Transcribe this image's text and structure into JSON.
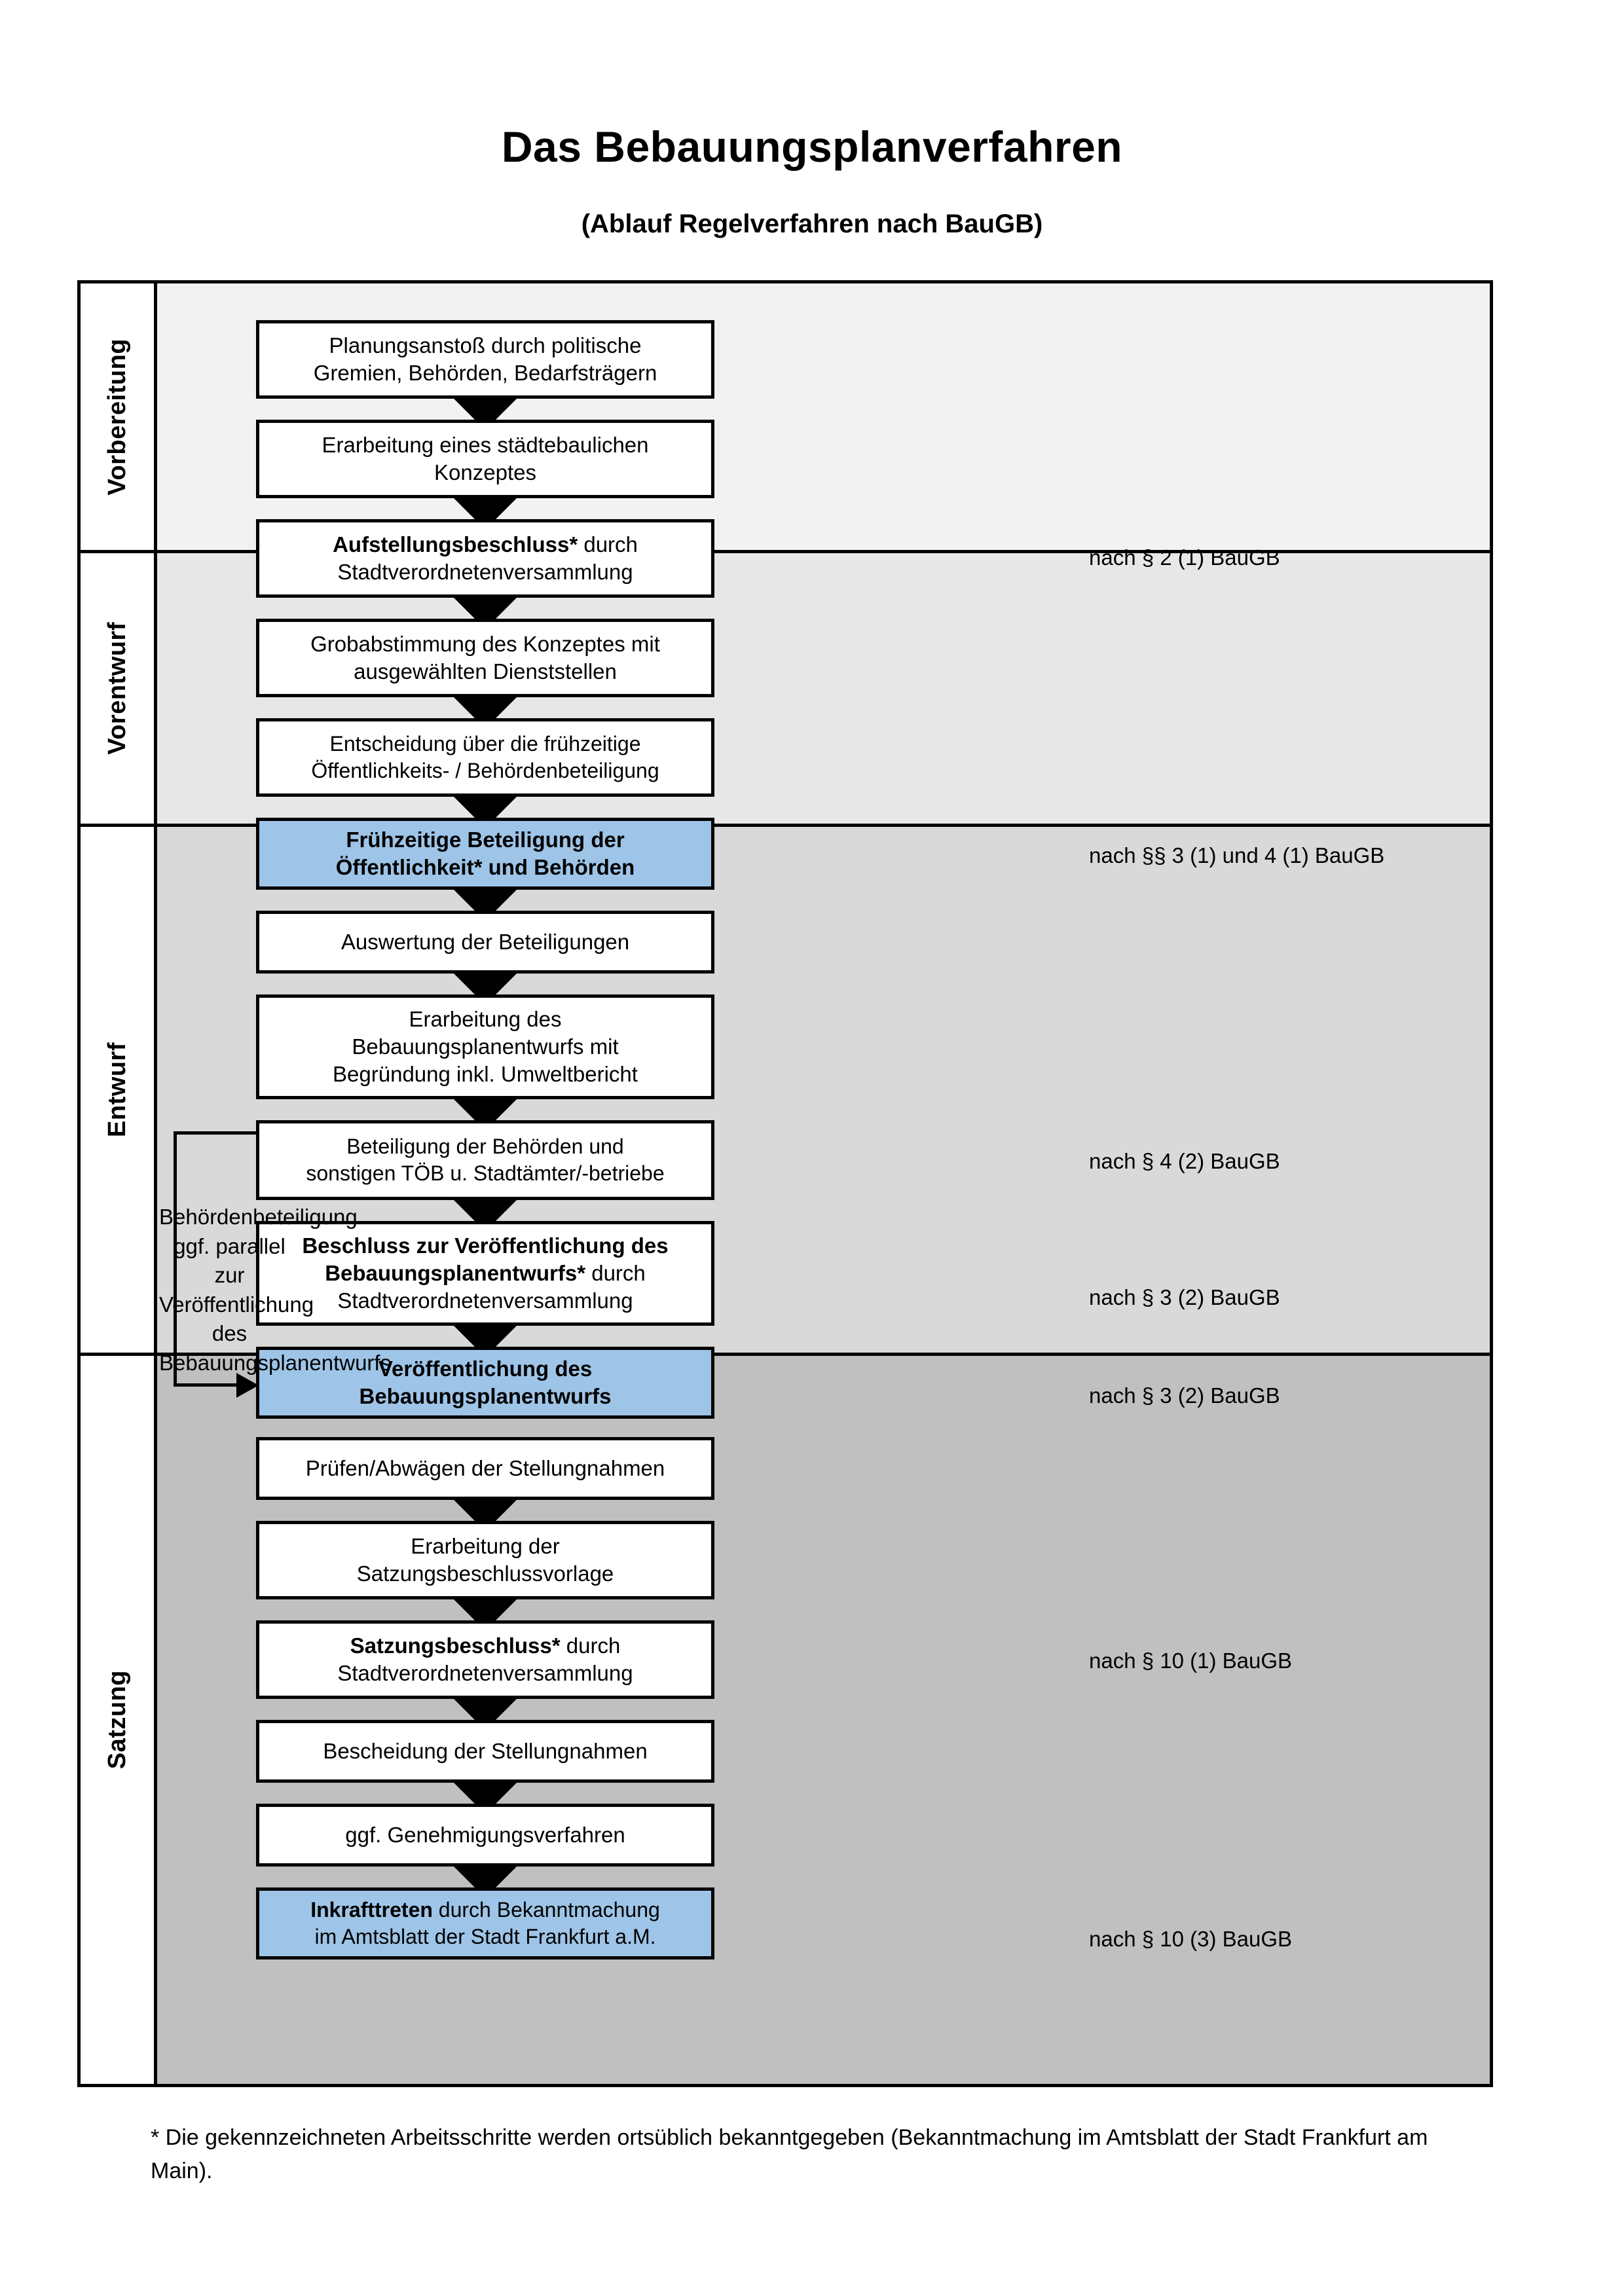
{
  "header": {
    "title": "Das Bebauungsplanverfahren",
    "subtitle": "(Ablauf Regelverfahren nach BauGB)"
  },
  "phases": [
    {
      "id": "vorbereitung",
      "label": "Vorbereitung",
      "background": "#F2F2F2"
    },
    {
      "id": "vorentwurf",
      "label": "Vorentwurf",
      "background": "#E7E7E7"
    },
    {
      "id": "entwurf",
      "label": "Entwurf",
      "background": "#D9D9D9"
    },
    {
      "id": "satzung",
      "label": "Satzung",
      "background": "#C0C0C0"
    }
  ],
  "steps": [
    {
      "id": "planungsanstoss",
      "phase": "vorbereitung",
      "highlight": false,
      "lines": [
        "Planungsanstoß durch politische",
        "Gremien, Behörden, Bedarfsträgern"
      ]
    },
    {
      "id": "staedtebauliches-konzept",
      "phase": "vorbereitung",
      "highlight": false,
      "lines": [
        "Erarbeitung eines städtebaulichen",
        "Konzeptes"
      ]
    },
    {
      "id": "aufstellungsbeschluss",
      "phase": "vorbereitung",
      "highlight": false,
      "bold_prefix": "Aufstellungsbeschluss*",
      "rest_first_line": " durch",
      "lines": [
        "Aufstellungsbeschluss* durch",
        "Stadtverordnetenversammlung"
      ]
    },
    {
      "id": "grobabstimmung",
      "phase": "vorentwurf",
      "highlight": false,
      "lines": [
        "Grobabstimmung des Konzeptes mit",
        "ausgewählten Dienststellen"
      ]
    },
    {
      "id": "entscheidung-fruehzeitige",
      "phase": "vorentwurf",
      "highlight": false,
      "lines": [
        "Entscheidung über die frühzeitige",
        "Öffentlichkeits- / Behördenbeteiligung"
      ]
    },
    {
      "id": "fruehzeitige-beteiligung",
      "phase": "vorentwurf",
      "highlight": true,
      "lines": [
        "Frühzeitige Beteiligung der",
        "Öffentlichkeit* und Behörden"
      ]
    },
    {
      "id": "auswertung-beteiligungen",
      "phase": "entwurf",
      "highlight": false,
      "lines": [
        "Auswertung der Beteiligungen"
      ]
    },
    {
      "id": "erarbeitung-bplanentwurf",
      "phase": "entwurf",
      "highlight": false,
      "lines": [
        "Erarbeitung des",
        "Bebauungsplanentwurfs mit",
        "Begründung inkl. Umweltbericht"
      ]
    },
    {
      "id": "beteiligung-behoerden-toeb",
      "phase": "entwurf",
      "highlight": false,
      "lines": [
        "Beteiligung der Behörden und",
        "sonstigen TÖB u. Stadtämter/-betriebe"
      ]
    },
    {
      "id": "beschluss-veroeffentlichung",
      "phase": "entwurf",
      "highlight": false,
      "bold_prefix": "Beschluss zur Veröffentlichung des Bebauungsplanentwurfs*",
      "lines": [
        "Beschluss zur Veröffentlichung des",
        "Bebauungsplanentwurfs* durch",
        "Stadtverordnetenversammlung"
      ]
    },
    {
      "id": "veroeffentlichung-bplanentwurf",
      "phase": "entwurf",
      "highlight": true,
      "lines": [
        "Veröffentlichung des",
        "Bebauungsplanentwurfs"
      ]
    },
    {
      "id": "pruefen-abwaegen",
      "phase": "satzung",
      "highlight": false,
      "lines": [
        "Prüfen/Abwägen der Stellungnahmen"
      ]
    },
    {
      "id": "erarbeitung-satzungsvorlage",
      "phase": "satzung",
      "highlight": false,
      "lines": [
        "Erarbeitung der",
        "Satzungsbeschlussvorlage"
      ]
    },
    {
      "id": "satzungsbeschluss",
      "phase": "satzung",
      "highlight": false,
      "bold_prefix": "Satzungsbeschluss*",
      "lines": [
        "Satzungsbeschluss* durch",
        "Stadtverordnetenversammlung"
      ]
    },
    {
      "id": "bescheidung-stellungnahmen",
      "phase": "satzung",
      "highlight": false,
      "lines": [
        "Bescheidung der Stellungnahmen"
      ]
    },
    {
      "id": "genehmigungsverfahren",
      "phase": "satzung",
      "highlight": false,
      "lines": [
        "ggf. Genehmigungsverfahren"
      ]
    },
    {
      "id": "inkrafttreten",
      "phase": "satzung",
      "highlight": true,
      "bold_prefix": "Inkrafttreten",
      "lines": [
        "Inkrafttreten durch Bekanntmachung",
        "im Amtsblatt der Stadt Frankfurt a.M."
      ]
    }
  ],
  "legal_notes": [
    {
      "id": "note-par2-1",
      "text": "nach § 2 (1) BauGB"
    },
    {
      "id": "note-par3-4-1",
      "text": "nach §§ 3 (1) und 4 (1) BauGB"
    },
    {
      "id": "note-par4-2",
      "text": "nach § 4 (2) BauGB"
    },
    {
      "id": "note-par3-2-a",
      "text": "nach § 3 (2) BauGB"
    },
    {
      "id": "note-par3-2-b",
      "text": "nach § 3 (2) BauGB"
    },
    {
      "id": "note-par10-1",
      "text": "nach § 10 (1) BauGB"
    },
    {
      "id": "note-par10-3",
      "text": "nach § 10 (3) BauGB"
    }
  ],
  "side_annotation": {
    "id": "behoerdenbeteiligung-parallel",
    "lines": [
      "Behördenbeteiligung",
      "ggf. parallel zur",
      "Veröffentlichung des",
      "Bebauungsplanentwurfs"
    ]
  },
  "footnote": {
    "text": "* Die gekennzeichneten Arbeitsschritte werden ortsüblich bekanntgegeben (Bekanntmachung im Amtsblatt  der Stadt Frankfurt am Main)."
  },
  "colors": {
    "highlight_blue": "#9EC5E8",
    "line_black": "#000000",
    "box_white": "#FFFFFF"
  }
}
